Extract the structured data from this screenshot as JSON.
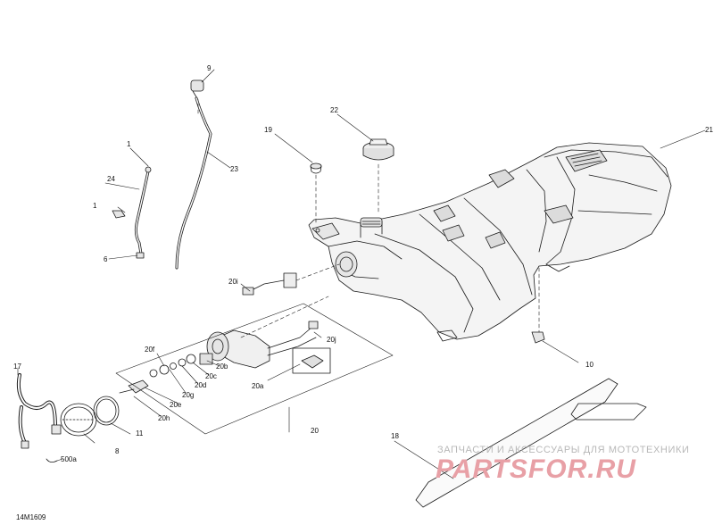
{
  "diagram_code": "14M1609",
  "watermark": {
    "tagline": "ЗАПЧАСТИ И АКСЕССУАРЫ ДЛЯ МОТОТЕХНИКИ",
    "logo": "PARTSFOR.RU"
  },
  "callouts": {
    "c1a": "1",
    "c1b": "1",
    "c6": "6",
    "c8": "8",
    "c9": "9",
    "c10": "10",
    "c11": "11",
    "c17": "17",
    "c18": "18",
    "c19": "19",
    "c20": "20",
    "c20a": "20a",
    "c20b": "20b",
    "c20c": "20c",
    "c20d": "20d",
    "c20e": "20e",
    "c20f": "20f",
    "c20g": "20g",
    "c20h": "20h",
    "c20i": "20i",
    "c20j": "20j",
    "c21": "21",
    "c22": "22",
    "c23": "23",
    "c24": "24",
    "c500a": "500a"
  },
  "colors": {
    "line": "#1a1a1a",
    "part_fill": "#f4f4f4",
    "shade": "#dcdcdc",
    "watermark_logo": "#e8a0a6",
    "watermark_text": "#b8b8b8"
  }
}
